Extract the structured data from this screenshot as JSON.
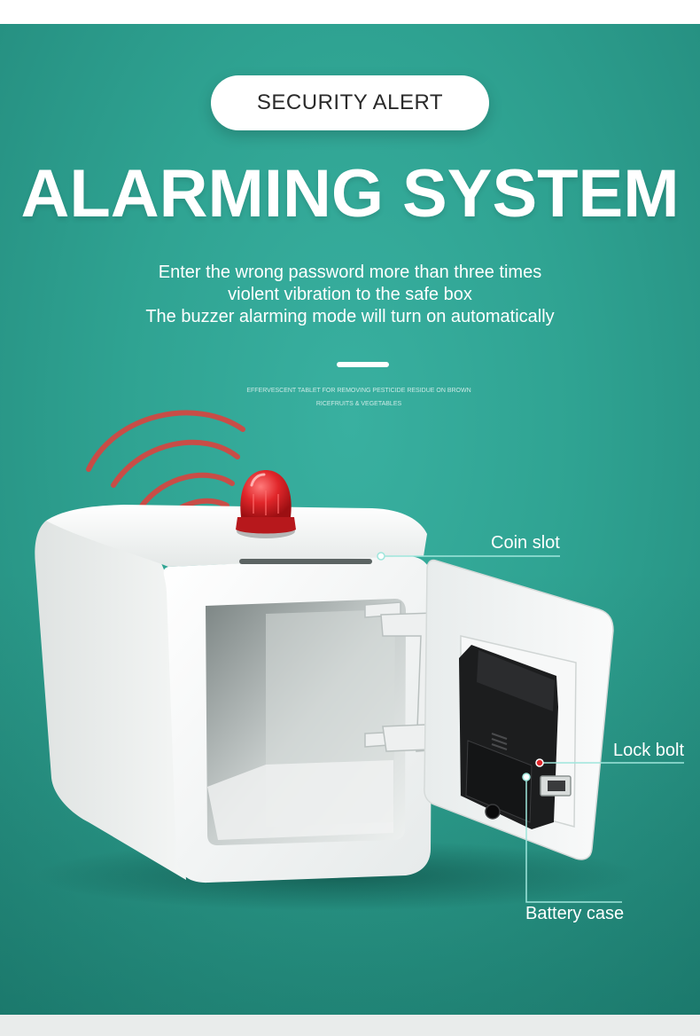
{
  "header": {
    "badge": "SECURITY ALERT",
    "title": "ALARMING SYSTEM",
    "description": [
      "Enter the wrong password more than three times",
      "violent vibration to the safe box",
      "The buzzer alarming mode will turn on automatically"
    ],
    "small_text": [
      "EFFERVESCENT TABLET FOR REMOVING PESTICIDE RESIDUE ON BROWN",
      "RICEFRUITS & VEGETABLES"
    ]
  },
  "callouts": {
    "coin_slot": "Coin slot",
    "lock_bolt": "Lock bolt",
    "battery_case": "Battery case"
  },
  "colors": {
    "accent": "#2fa392",
    "alarm_red": "#e0262a",
    "callout_line": "#9fe6dc"
  }
}
